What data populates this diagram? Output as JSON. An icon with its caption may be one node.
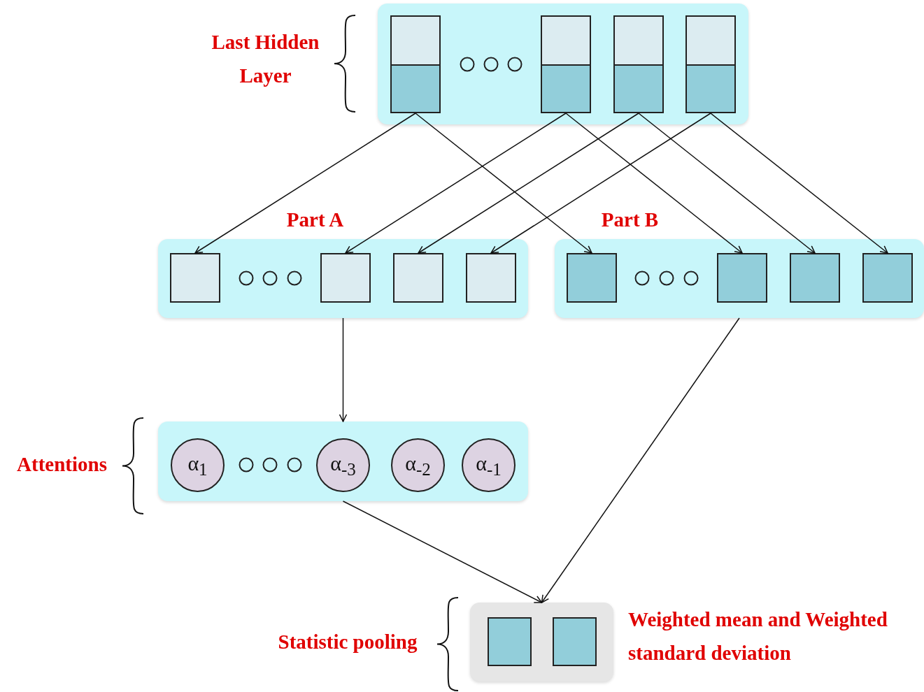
{
  "diagram": {
    "nodes": [
      {
        "text": [],
        "shape": "box",
        "beside": [
          "Last Hidden Layer"
        ]
      },
      {
        "text": [],
        "shape": "box",
        "in": 0
      },
      {
        "text": [],
        "shape": "box",
        "in": 0
      },
      {
        "text": [],
        "shape": "box",
        "in": 0
      },
      {
        "text": [],
        "shape": "box",
        "in": 0
      },
      {
        "text": [
          "Part A"
        ]
      },
      {
        "text": [],
        "shape": "box",
        "in": 5
      },
      {
        "text": [],
        "shape": "box",
        "in": 5
      },
      {
        "text": [],
        "shape": "box",
        "in": 5
      },
      {
        "text": [],
        "shape": "box",
        "in": 5
      },
      {
        "text": [
          "Part B"
        ]
      },
      {
        "text": [],
        "shape": "box",
        "in": 10
      },
      {
        "text": [],
        "shape": "box",
        "in": 10
      },
      {
        "text": [],
        "shape": "box",
        "in": 10
      },
      {
        "text": [],
        "shape": "box",
        "in": 10
      },
      {
        "text": [],
        "shape": "box",
        "beside": [
          "Attentions"
        ]
      },
      {
        "text": [
          "α$_{1}$"
        ],
        "in": 15
      },
      {
        "text": [
          "α$_{-3}$"
        ],
        "in": 15
      },
      {
        "text": [
          "α$_{-2}$"
        ],
        "in": 15
      },
      {
        "text": [
          "α$_{-1}$"
        ],
        "in": 15
      },
      {
        "text": [],
        "shape": "box",
        "beside": [
          "Statistic pooling",
          "Weighted mean and Weighted standard deviation"
        ]
      },
      {
        "text": [],
        "shape": "box",
        "in": 20
      },
      {
        "text": [],
        "shape": "box",
        "in": 20
      }
    ],
    "edges": [
      {
        "from": 1,
        "to": 6,
        "arrow": "to"
      },
      {
        "from": 1,
        "to": 11,
        "arrow": "to"
      },
      {
        "from": 2,
        "to": 7,
        "arrow": "to"
      },
      {
        "from": 2,
        "to": 12,
        "arrow": "to"
      },
      {
        "from": 3,
        "to": 8,
        "arrow": "to"
      },
      {
        "from": 3,
        "to": 13,
        "arrow": "to"
      },
      {
        "from": 4,
        "to": 9,
        "arrow": "to"
      },
      {
        "from": 4,
        "to": 14,
        "arrow": "to"
      },
      {
        "from": 5,
        "to": 15,
        "arrow": "to"
      },
      {
        "from": 10,
        "to": 20,
        "arrow": "to"
      },
      {
        "from": 15,
        "to": 20,
        "arrow": "to"
      }
    ]
  }
}
